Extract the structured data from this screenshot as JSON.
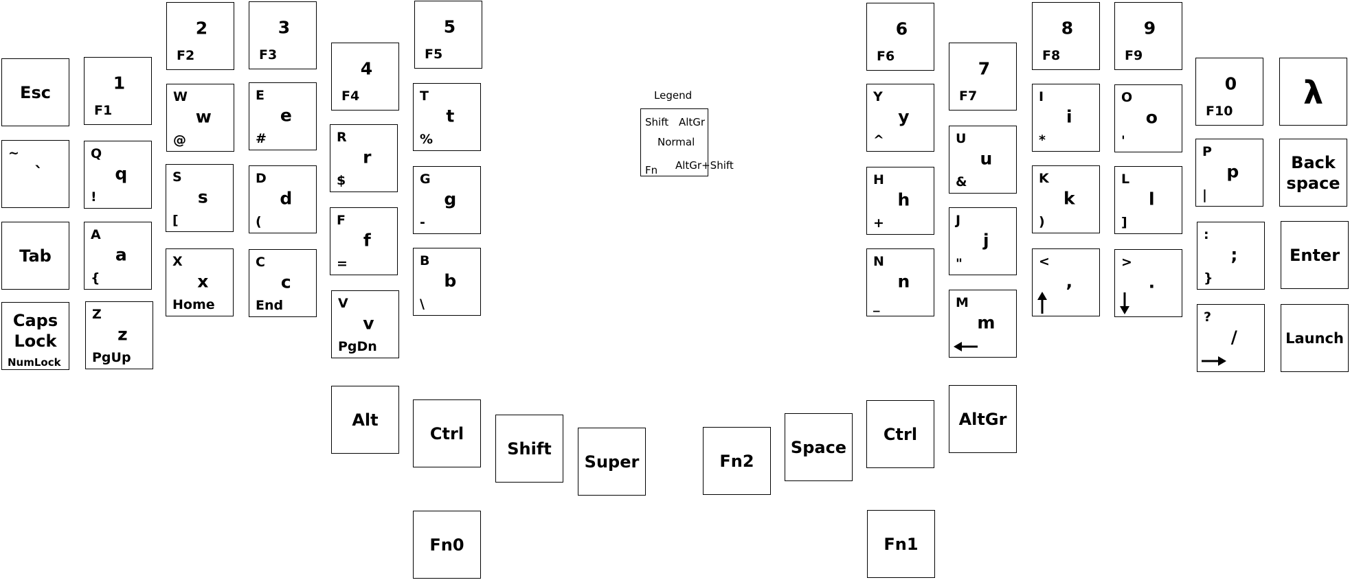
{
  "legend": {
    "title": "Legend",
    "shift": "Shift",
    "altgr": "AltGr",
    "normal": "Normal",
    "fn": "Fn",
    "altgr_shift": "AltGr+Shift"
  },
  "keys": [
    {
      "id": "esc",
      "center": "Esc"
    },
    {
      "id": "1",
      "normal": "1",
      "fn": "F1"
    },
    {
      "id": "2",
      "normal": "2",
      "fn": "F2"
    },
    {
      "id": "3",
      "normal": "3",
      "fn": "F3"
    },
    {
      "id": "4",
      "normal": "4",
      "fn": "F4"
    },
    {
      "id": "5",
      "normal": "5",
      "fn": "F5"
    },
    {
      "id": "grave",
      "shift": "~",
      "normal": "`"
    },
    {
      "id": "q",
      "shift": "Q",
      "normal": "q",
      "fn": "!"
    },
    {
      "id": "w",
      "shift": "W",
      "normal": "w",
      "fn": "@"
    },
    {
      "id": "e",
      "shift": "E",
      "normal": "e",
      "fn": "#"
    },
    {
      "id": "r",
      "shift": "R",
      "normal": "r",
      "fn": "$"
    },
    {
      "id": "t",
      "shift": "T",
      "normal": "t",
      "fn": "%"
    },
    {
      "id": "tab",
      "center": "Tab"
    },
    {
      "id": "a",
      "shift": "A",
      "normal": "a",
      "fn": "{"
    },
    {
      "id": "s",
      "shift": "S",
      "normal": "s",
      "fn": "["
    },
    {
      "id": "d",
      "shift": "D",
      "normal": "d",
      "fn": "("
    },
    {
      "id": "f",
      "shift": "F",
      "normal": "f",
      "fn": "="
    },
    {
      "id": "g",
      "shift": "G",
      "normal": "g",
      "fn": "-"
    },
    {
      "id": "caps",
      "center": "Caps\nLock",
      "sub": "NumLock"
    },
    {
      "id": "z",
      "shift": "Z",
      "normal": "z",
      "fn": "PgUp"
    },
    {
      "id": "x",
      "shift": "X",
      "normal": "x",
      "fn": "Home"
    },
    {
      "id": "c",
      "shift": "C",
      "normal": "c",
      "fn": "End"
    },
    {
      "id": "v",
      "shift": "V",
      "normal": "v",
      "fn": "PgDn"
    },
    {
      "id": "b",
      "shift": "B",
      "normal": "b",
      "fn": "\\"
    },
    {
      "id": "alt",
      "center": "Alt"
    },
    {
      "id": "ctrl-left",
      "center": "Ctrl"
    },
    {
      "id": "shift",
      "center": "Shift"
    },
    {
      "id": "super",
      "center": "Super"
    },
    {
      "id": "fn0",
      "center": "Fn0"
    },
    {
      "id": "6",
      "normal": "6",
      "fn": "F6"
    },
    {
      "id": "7",
      "normal": "7",
      "fn": "F7"
    },
    {
      "id": "8",
      "normal": "8",
      "fn": "F8"
    },
    {
      "id": "9",
      "normal": "9",
      "fn": "F9"
    },
    {
      "id": "0",
      "normal": "0",
      "fn": "F10"
    },
    {
      "id": "lambda",
      "center": "λ"
    },
    {
      "id": "y",
      "shift": "Y",
      "normal": "y",
      "fn": "^"
    },
    {
      "id": "u",
      "shift": "U",
      "normal": "u",
      "fn": "&"
    },
    {
      "id": "i",
      "shift": "I",
      "normal": "i",
      "fn": "*"
    },
    {
      "id": "o",
      "shift": "O",
      "normal": "o",
      "fn": "'"
    },
    {
      "id": "p",
      "shift": "P",
      "normal": "p",
      "fn": "|"
    },
    {
      "id": "backspace",
      "center": "Back\nspace"
    },
    {
      "id": "h",
      "shift": "H",
      "normal": "h",
      "fn": "+"
    },
    {
      "id": "j",
      "shift": "J",
      "normal": "j",
      "fn": "\""
    },
    {
      "id": "k",
      "shift": "K",
      "normal": "k",
      "fn": ")"
    },
    {
      "id": "l",
      "shift": "L",
      "normal": "l",
      "fn": "]"
    },
    {
      "id": "semicolon",
      "shift": ":",
      "normal": ";",
      "fn": "}"
    },
    {
      "id": "enter",
      "center": "Enter"
    },
    {
      "id": "n",
      "shift": "N",
      "normal": "n",
      "fn": "_"
    },
    {
      "id": "m",
      "shift": "M",
      "normal": "m",
      "fn_icon": "arrow-left-icon"
    },
    {
      "id": "comma",
      "shift": "<",
      "normal": ",",
      "fn_icon": "arrow-up-icon"
    },
    {
      "id": "period",
      "shift": ">",
      "normal": ".",
      "fn_icon": "arrow-down-icon"
    },
    {
      "id": "slash",
      "shift": "?",
      "normal": "/",
      "fn_icon": "arrow-right-icon"
    },
    {
      "id": "launch",
      "center": "Launch"
    },
    {
      "id": "fn2",
      "center": "Fn2"
    },
    {
      "id": "space",
      "center": "Space"
    },
    {
      "id": "ctrl-right",
      "center": "Ctrl"
    },
    {
      "id": "altgr",
      "center": "AltGr"
    },
    {
      "id": "fn1",
      "center": "Fn1"
    }
  ]
}
